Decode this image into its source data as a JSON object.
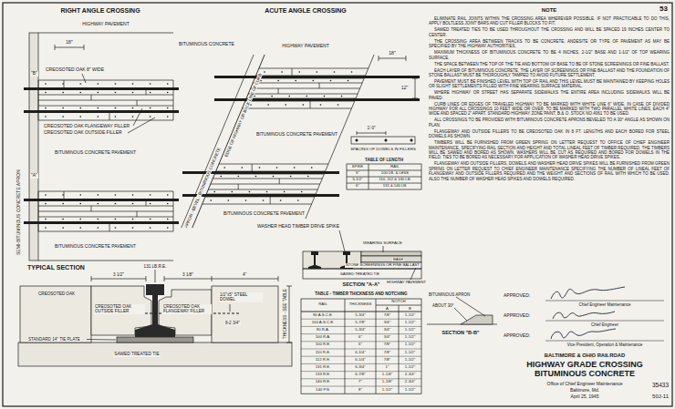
{
  "diagram": {
    "title": "HIGHWAY GRADE CROSSING BITUMINOUS CONCRETE",
    "labels": [
      "RIGHT ANGLE CROSSING",
      "HIGHWAY PAVEMENT",
      "18\"",
      "CREOSOTED OAK 8\" WIDE",
      "\"B\"",
      "CREOSOTED OAK FLANGEWAY FILLER",
      "CREOSOTED OAK OUTSIDE FILLER",
      "BITUMINOUS CONCRETE PAVEMENT",
      "\"A\"",
      "SEMI-BITUMINOUS CONCRETE APRON",
      "BITUMINOUS CONCRETE PAVEMENT",
      "BITUMINOUS CONCRETE",
      "APRON - BEVEL - BITUMINOUS CONCRETE",
      "EDGE OF HIGHWAY OR BACK LINE OF CURB",
      "ACUTE ANGLE CROSSING",
      "HIGHWAY PAVEMENT",
      "18\"",
      "12\"",
      "BITUMINOUS CONCRETE PAVEMENT",
      "BITUMINOUS CONCRETE PAVEMENT",
      "WASHER HEAD TIMBER DRIVE SPIKE",
      "1'-0\"",
      "SPACING OF DOWELS IN FILLERS",
      "TABLE OF LENGTH",
      "SPIKE",
      "RAIL",
      "5\"",
      "100 LB. & LESS",
      "5-1/2\"",
      "110, 112 & 130 LB.",
      "6\"",
      "131 & 140 LB.",
      "WEARING SURFACE",
      "HIGHWAY PAVEMENT",
      "BASE",
      "STONE SCREENINGS OR FINE BALLAST",
      "SAWED TREATED TIE",
      "SECTION \"A-A\"",
      "TYPICAL SECTION",
      "CREOSOTED OAK",
      "3 1/2\"",
      "131 LB.R.E.",
      "3 1/8\"",
      "4\"",
      "1/2\"x5\" STEEL DOWEL",
      "CREOSOTED OAK OUTSIDE FILLER",
      "CREOSOTED OAK FLANGEWAY FILLER",
      "8-2 3/4\"",
      "STANDARD 14\" TIE PLATE",
      "SAWED TREATED TIE",
      "THICKNESS - SEE TABLE",
      "TABLE - TIMBER THICKNESS AND NOTCHING",
      "RAIL",
      "THICKNESS",
      "NOTCH",
      "A",
      "B",
      "90 A.S.C.E.",
      "5-3/4\"",
      "7/8\"",
      "1-1/2\"",
      "100 A.S.C.E.",
      "5-7/8\"",
      "3/4\"",
      "1-1/2\"",
      "90 R.A.",
      "5-3/4\"",
      "3/4\"",
      "1-1/2\"",
      "100 R.A.",
      "6\"",
      "3/4\"",
      "1-1/2\"",
      "100 R.E.",
      "6\"",
      "7/8\"",
      "1-1/2\"",
      "110 R.E.",
      "6-1/4\"",
      "7/8\"",
      "1-1/2\"",
      "112 R.E.",
      "6-1/4\"",
      "7/8\"",
      "1-1/2\"",
      "131 R.E.",
      "6-3/4\"",
      "1\"",
      "1-1/2\"",
      "133 R.E.",
      "6-7/8\"",
      "1-1/8\"",
      "2-3/4\"",
      "140 R.E.",
      "7\"",
      "1-1/8\"",
      "2-3/4\"",
      "140 P.S.",
      "8\"",
      "1-1/2\"",
      "1-1/2\"",
      "BITUMINOUS APRON",
      "ABOUT 30°",
      "SECTION \"B-B\"",
      "53",
      "NOTE",
      "ELIMINATE RAIL JOINTS WITHIN THE CROSSING AREA WHEREVER POSSIBLE. IF NOT PRACTICABLE TO DO THIS, APPLY BOLTLESS JOINT BARS AND CUT FILLER BLOCKS TO FIT.",
      "SAWED TREATED TIES TO BE USED THROUGHOUT THE CROSSING AND WILL BE SPACED 19 INCHES CENTER TO CENTER.",
      "THE CROSSING AREA BETWEEN TRACKS TO BE CONCRETE, ANDESITE OR TYPE OF PAVEMENT AS MAY BE SPECIFIED BY THE HIGHWAY AUTHORITIES.",
      "MAXIMUM THICKNESS OF BITUMINOUS CONCRETE TO BE 4 INCHES, 2-1/2\" BASE AND 1-1/2\" OF TOP WEARING SURFACE.",
      "THE SPACE BETWEEN THE TOP OF THE TIE AND BOTTOM OF BASE TO BE OF STONE SCREENINGS OR FINE BALLAST.",
      "EACH LAYER OF BITUMINOUS CONCRETE, THE LAYER OF SCREENINGS OR FINE BALLAST AND THE FOUNDATION OF STONE BALLAST MUST BE THOROUGHLY TAMPED TO AVOID FUTURE SETTLEMENT.",
      "PAVEMENT MUST BE FINISHED LEVEL WITH TOP OF RAIL AND THIS LEVEL MUST BE MAINTAINED BY KEEPING HOLES OR SLIGHT SETTLEMENTS FILLED WITH FINE WEARING SURFACE MATERIAL.",
      "WHERE HIGHWAY OR STREET HAS SEPARATE SIDEWALKS THE ENTIRE AREA INCLUDING SIDEWALKS WILL BE PAVED.",
      "CURB LINES OR EDGES OF TRAVELED HIGHWAY TO BE MARKED WITH WHITE LINE 6\" WIDE. IN CASE OF DIVIDED HIGHWAY FOR ALL CROSSINGS 10 FEET WIDE OR OVER, TO BE MARKED WITH TWO PARALLEL WHITE LINES, EACH 4\" WIDE AND SPACED 2\" APART. STANDARD HIGHWAY ZONE PAINT, B.& O. STOCK NO.4061 TO BE USED.",
      "ALL CROSSINGS TO BE PROVIDED WITH BITUMINOUS CONCRETE APRONS BEVELED TO A 30° ANGLE AS SHOWN ON PLAN.",
      "FLANGEWAY AND OUTSIDE FILLERS TO BE CREOSOTED OAK IN 8 FT. LENGTHS AND EACH BORED FOR STEEL DOWELS AS SHOWN.",
      "TIMBERS WILL BE FURNISHED FROM GREEN SPRING ON LETTER REQUEST TO OFFICE OF CHIEF ENGINEER MAINTENANCE, SPECIFYING RAIL SECTION AND HEIGHT AND TOTAL LINEAL FEET OF TIMBER REQUIRED. THE TIMBERS WILL BE SAWED AND BORED AS SHOWN. WASHERS WILL BE CUT AS REQUIRED AND BORED FOR DOWELS IN THE FIELD. TIES TO BE BORED AS NECESSARY FOR APPLICATION OF WASHER HEAD DRIVE SPIKES.",
      "FLANGEWAY AND OUTSIDE FILLERS, DOWELS AND WASHER HEAD DRIVE SPIKES WILL BE FURNISHED FROM GREEN SPRING ON LETTER REQUEST TO CHIEF ENGINEER MAINTENANCE SPECIFYING THE NUMBER OF LINEAL FEET OF FLANGEWAY AND OUTSIDE FILLERS REQUIRED AND THE WEIGHT AND SECTIONS OF RAIL WITH WHICH TO BE USED. ALSO THE NUMBER OF WASHER HEAD SPIKES AND DOWELS REQUIRED.",
      "APPROVED:",
      "Chief Engineer Maintenance",
      "APPROVED:",
      "Chief Engineer",
      "APPROVED:",
      "Vice President, Operation & Maintenance",
      "BALTIMORE & OHIO RAILROAD",
      "Office of Chief Engineer Maintenance",
      "Baltimore, Md.",
      "April 25, 1945",
      "35433",
      "50J-11"
    ]
  }
}
